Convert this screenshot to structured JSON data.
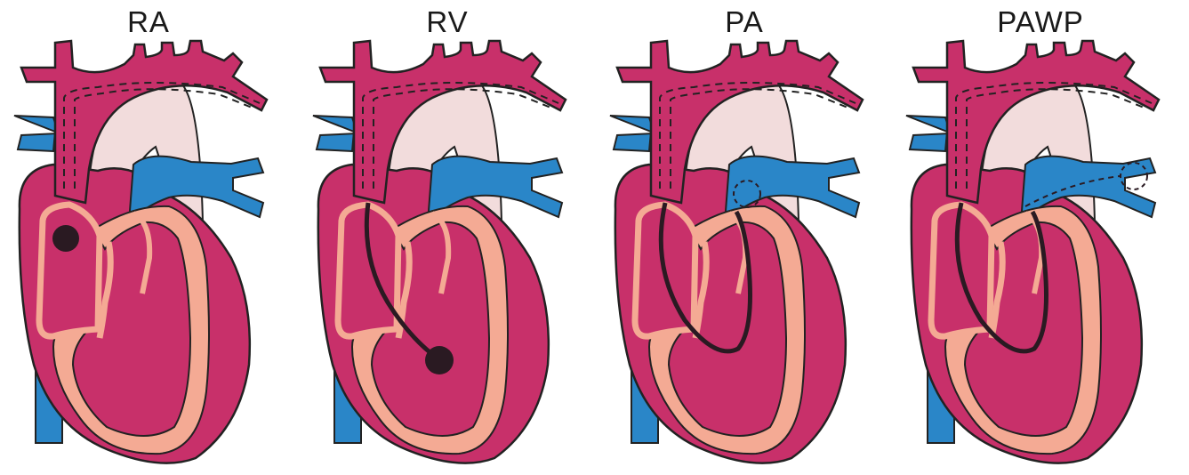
{
  "panels": [
    {
      "label": "RA",
      "tip_chamber": "right-atrium"
    },
    {
      "label": "RV",
      "tip_chamber": "right-ventricle"
    },
    {
      "label": "PA",
      "tip_chamber": "pulmonary-artery"
    },
    {
      "label": "PAWP",
      "tip_chamber": "pulmonary-artery-wedge"
    }
  ],
  "colors": {
    "heart_muscle": "#c8306a",
    "vein_blue": "#2a86c8",
    "inner_wall": "#f4aa94",
    "aorta_pale": "#f2dcdc",
    "outline": "#222222",
    "catheter": "#2a1a22"
  }
}
